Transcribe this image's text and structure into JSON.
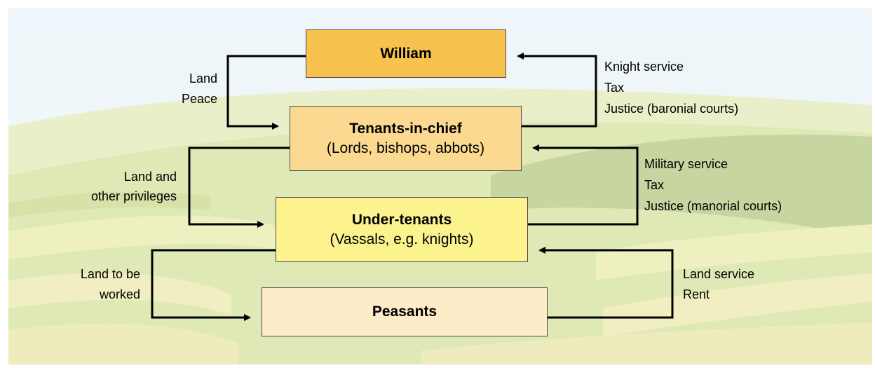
{
  "boxes": {
    "william": {
      "title": "William"
    },
    "tenants": {
      "title": "Tenants-in-chief",
      "sub": "(Lords, bishops, abbots)"
    },
    "under": {
      "title": "Under-tenants",
      "sub": "(Vassals, e.g. knights)"
    },
    "peasants": {
      "title": "Peasants"
    }
  },
  "labels": {
    "william_down": [
      "Land",
      "Peace"
    ],
    "tenants_up": [
      "Knight service",
      "Tax",
      "Justice (baronial courts)"
    ],
    "tenants_down": [
      "Land and",
      "other privileges"
    ],
    "under_up": [
      "Military service",
      "Tax",
      "Justice (manorial courts)"
    ],
    "under_down": [
      "Land to be",
      "worked"
    ],
    "peasants_up": [
      "Land service",
      "Rent"
    ]
  },
  "colors": {
    "william": "#f7c24e",
    "tenants": "#fbd991",
    "under": "#fdf38e",
    "peasants": "#fcecc8",
    "arrow": "#000000"
  }
}
